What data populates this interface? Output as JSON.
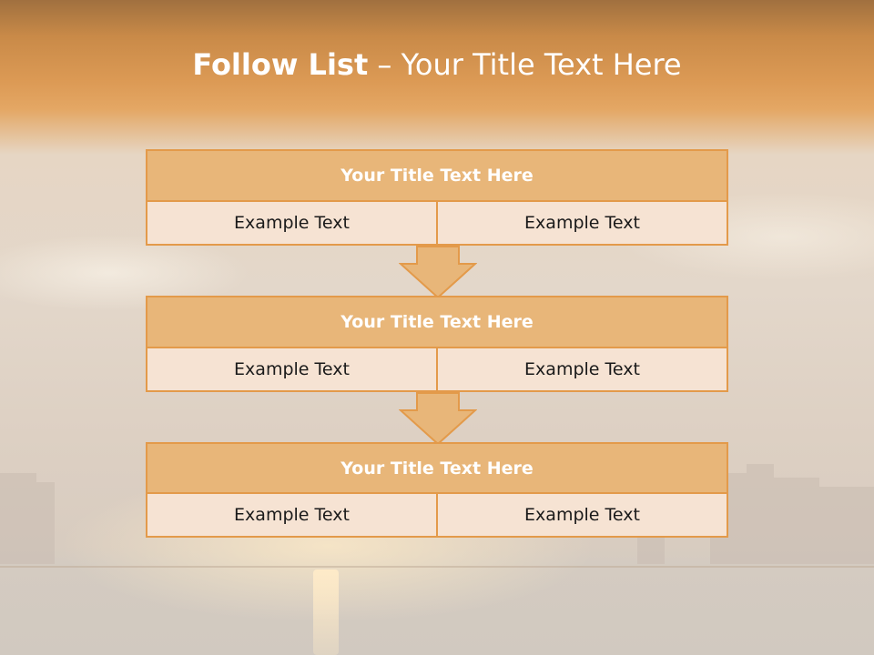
{
  "slide": {
    "title_bold": "Follow List",
    "title_rest": "– Your Title Text Here"
  },
  "blocks": [
    {
      "title": "Your Title Text Here",
      "left": "Example Text",
      "right": "Example Text"
    },
    {
      "title": "Your Title Text Here",
      "left": "Example Text",
      "right": "Example Text"
    },
    {
      "title": "Your Title Text Here",
      "left": "Example Text",
      "right": "Example Text"
    }
  ],
  "colors": {
    "accent_border": "#e39a4a",
    "header_fill": "#e8b679",
    "cell_fill": "#f6e3d3",
    "title_band": "#dc9a55"
  }
}
